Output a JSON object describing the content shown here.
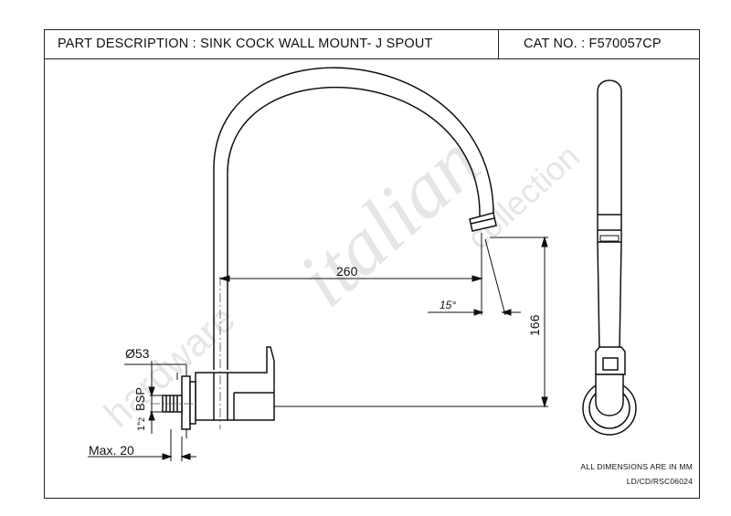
{
  "header": {
    "description": "PART DESCRIPTION : SINK COCK WALL MOUNT- J SPOUT",
    "catalog_number": "CAT NO. : F570057CP"
  },
  "dimensions": {
    "spout_reach": "260",
    "angle": "15°",
    "height": "166",
    "diameter": "Ø53",
    "thread_top": "1\"",
    "thread_bottom": "2",
    "thread_label": "BSP",
    "max_projection": "Max. 20"
  },
  "watermark": {
    "line1": "italian",
    "line2": "hardware",
    "line3": "collection"
  },
  "footer": {
    "units_note": "ALL DIMENSIONS ARE IN MM",
    "drawing_ref": "LD/CD/RSC06024"
  }
}
